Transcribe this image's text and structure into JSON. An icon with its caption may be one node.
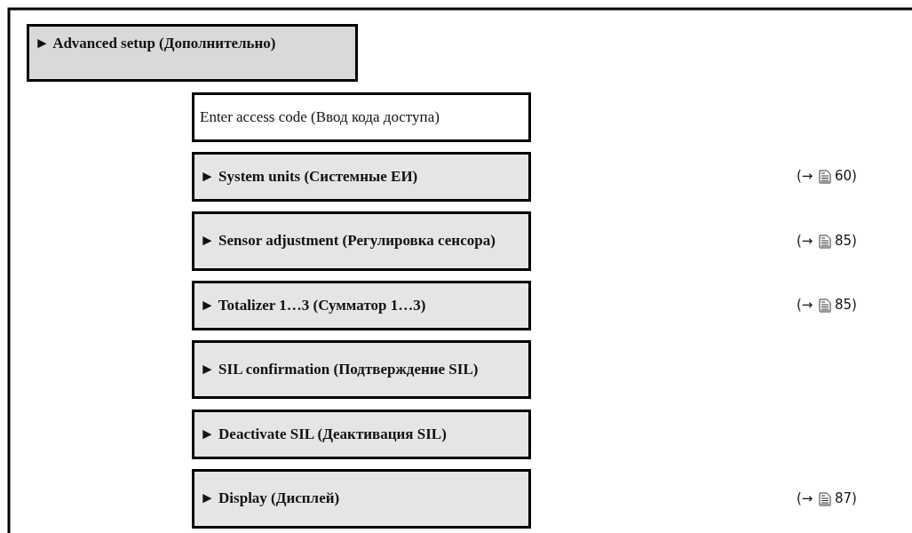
{
  "diagram": {
    "nodes": [
      {
        "text": [
          "► Advanced setup (Дополнительно)"
        ]
      },
      {
        "text": [
          "Enter access code (Ввод кода доступа)"
        ]
      },
      {
        "text": [
          "► System units (Системные ЕИ)"
        ],
        "beside": [
          "(→",
          "60)"
        ]
      },
      {
        "text": [
          "► Sensor adjustment (Регулировка сенсора)"
        ],
        "beside": [
          "(→",
          "85)"
        ]
      },
      {
        "text": [
          "► Totalizer 1…3 (Сумматор 1…3)"
        ],
        "beside": [
          "(→",
          "85)"
        ]
      },
      {
        "text": [
          "► SIL confirmation (Подтверждение SIL)"
        ]
      },
      {
        "text": [
          "► Deactivate SIL (Деактивация SIL)"
        ]
      },
      {
        "text": [
          "► Display (Дисплей)"
        ],
        "beside": [
          "(→",
          "87)"
        ]
      }
    ]
  }
}
